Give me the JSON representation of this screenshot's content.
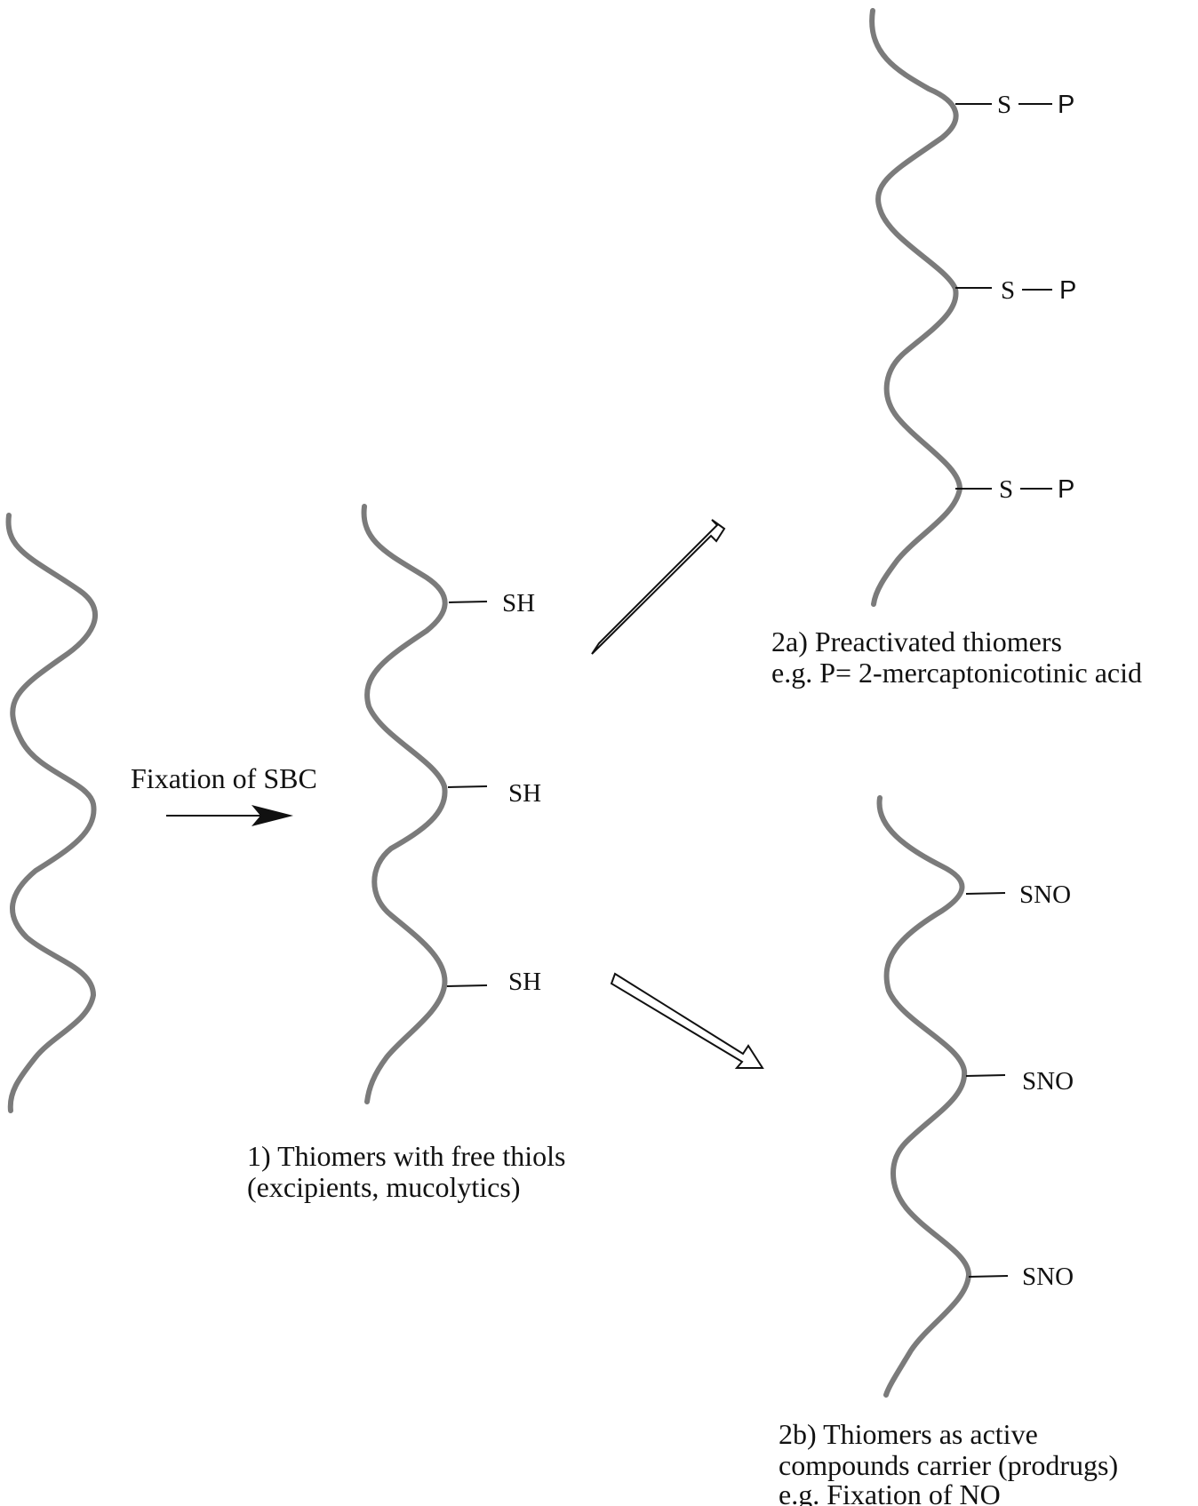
{
  "step0": {
    "arrow_label": "Fixation of SBC"
  },
  "step1": {
    "groups": [
      "SH",
      "SH",
      "SH"
    ],
    "caption": [
      "1) Thiomers with free thiols",
      "(excipients, mucolytics)"
    ]
  },
  "step2a": {
    "groups": [
      {
        "s": "S",
        "p": "P"
      },
      {
        "s": "S",
        "p": "P"
      },
      {
        "s": "S",
        "p": "P"
      }
    ],
    "caption": [
      "2a) Preactivated thiomers",
      "e.g. P=  2-mercaptonicotinic acid"
    ]
  },
  "step2b": {
    "groups": [
      "SNO",
      "SNO",
      "SNO"
    ],
    "caption": [
      "2b) Thiomers as active",
      "compounds carrier (prodrugs)",
      "e.g. Fixation of NO"
    ]
  }
}
